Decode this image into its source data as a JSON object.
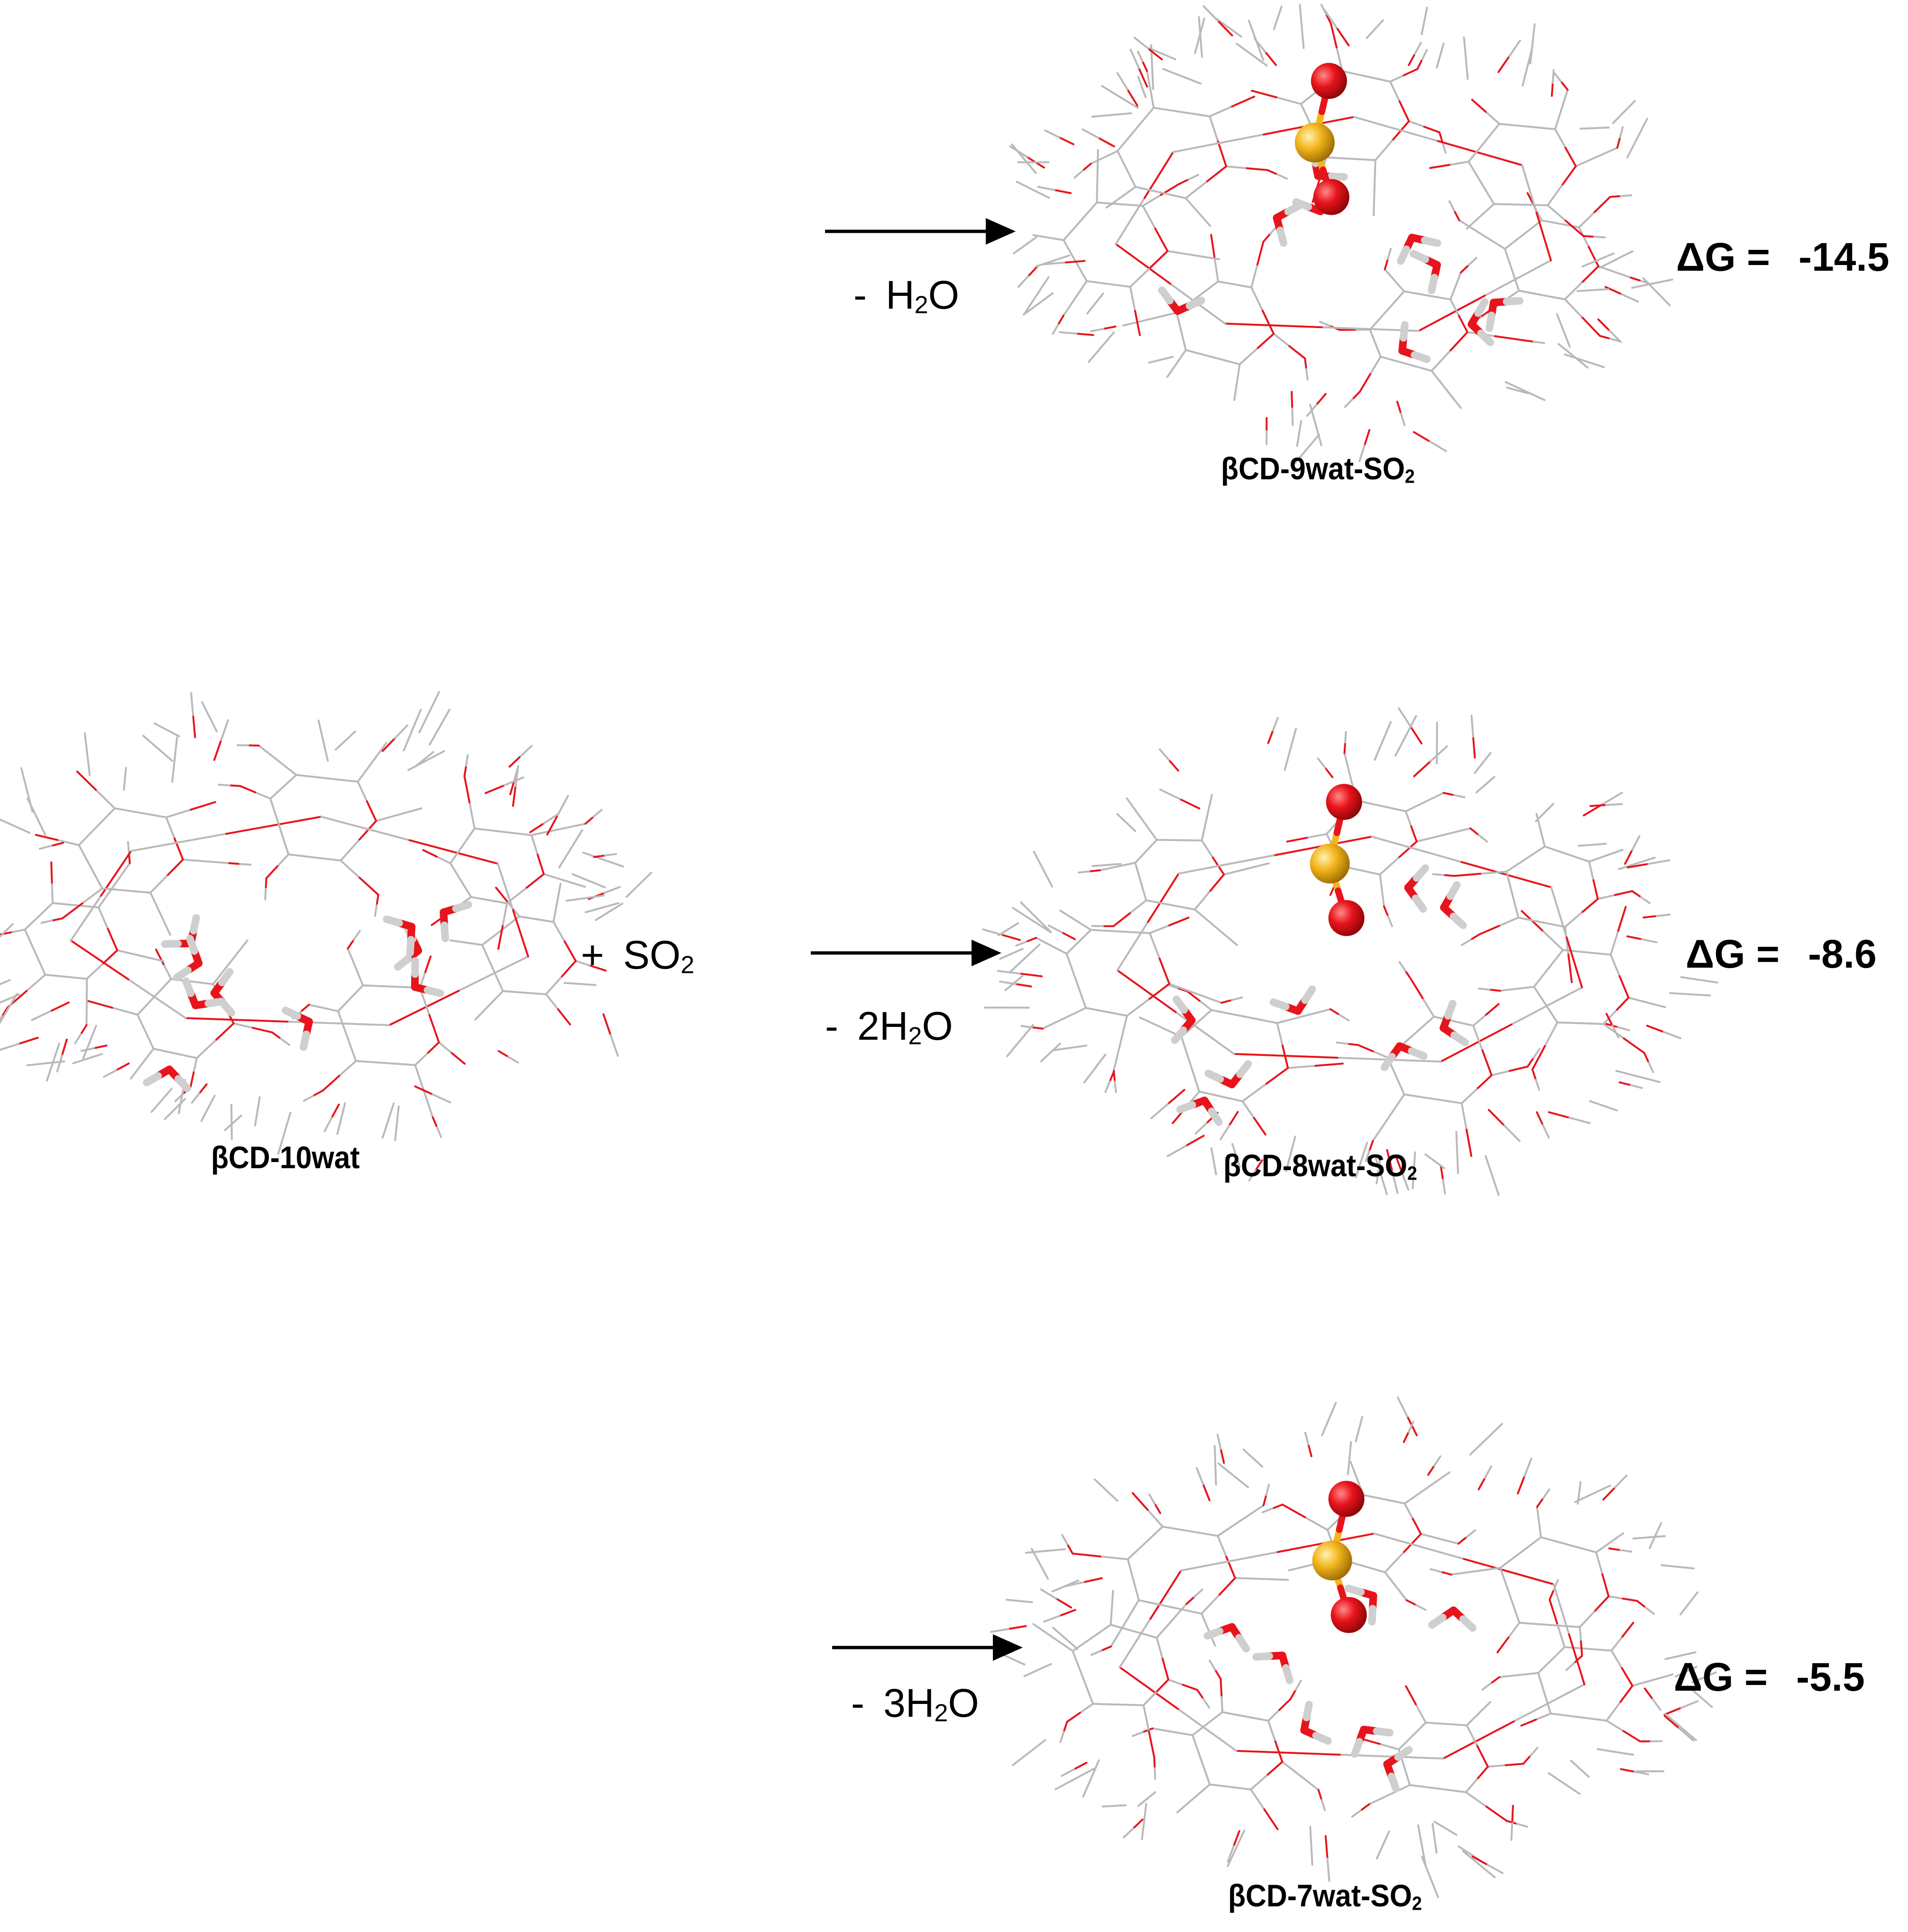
{
  "reactant": {
    "name": "βCD-10wat",
    "reagent": "SO2"
  },
  "pathways": [
    {
      "id": "p1",
      "condition": "H2O",
      "product": "βCD-9wat-SO2",
      "dg_label": "ΔG =",
      "dg_value": "-14.5",
      "inner_waters": 9
    },
    {
      "id": "p2",
      "condition": "2H2O",
      "product": "βCD-8wat-SO2",
      "dg_label": "ΔG =",
      "dg_value": "-8.6",
      "inner_waters": 8
    },
    {
      "id": "p3",
      "condition": "3H2O",
      "product": "βCD-7wat-SO2",
      "dg_label": "ΔG =",
      "dg_value": "-5.5",
      "inner_waters": 7
    }
  ],
  "colors": {
    "oxygen": "#e8141b",
    "sulfur": "#f2b51c",
    "hydrogen": "#cfcfcf",
    "carbon_bond": "#b9b9b9",
    "arrow": "#000000"
  }
}
